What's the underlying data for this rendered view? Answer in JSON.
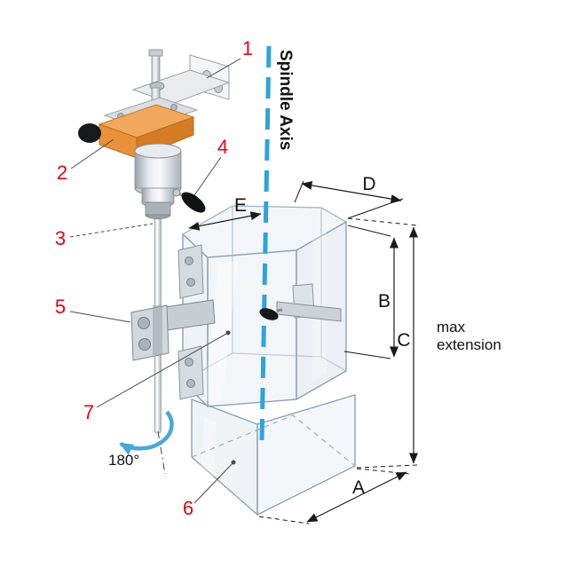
{
  "figure": {
    "axis_label": "Spindle Axis",
    "rotation_label": "180°",
    "max_extension_line1": "max",
    "max_extension_line2": "extension"
  },
  "callouts": {
    "n1": "1",
    "n2": "2",
    "n3": "3",
    "n4": "4",
    "n5": "5",
    "n6": "6",
    "n7": "7"
  },
  "dimensions": {
    "a": "A",
    "b": "B",
    "c": "C",
    "d": "D",
    "e": "E"
  },
  "colors": {
    "callout_red": "#e30613",
    "axis_blue": "#2ea3dc",
    "arrow_blue": "#4aa7d8",
    "clamp_orange": "#e8913a"
  }
}
